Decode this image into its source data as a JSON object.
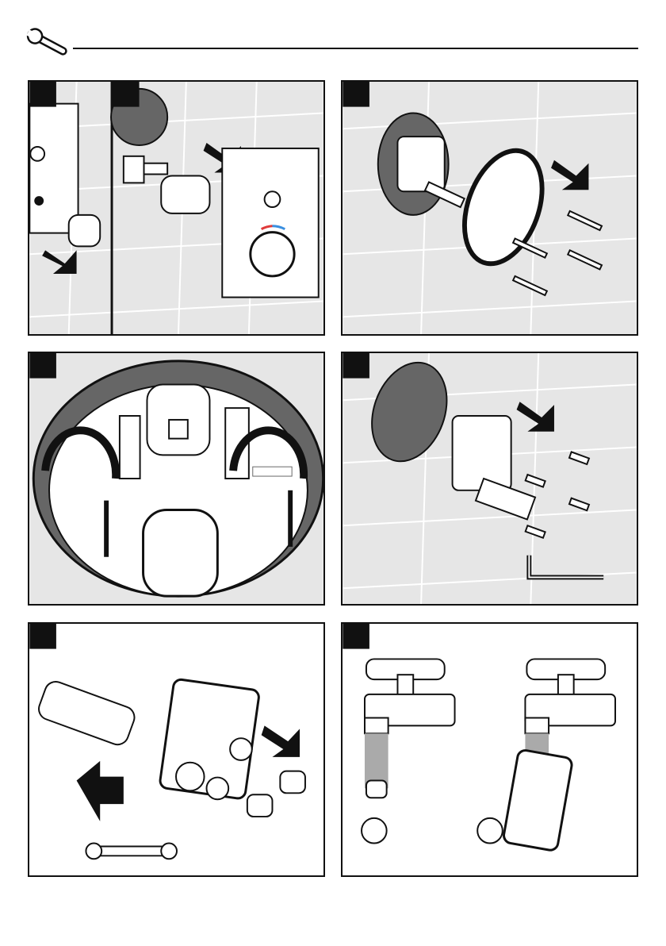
{
  "page": {
    "icons": [
      "wrench-icon",
      "spanner-icon",
      "allen-key-icon",
      "arrow-out-icon",
      "arrow-in-icon",
      "rotate-icon"
    ],
    "colors": {
      "ink": "#111111",
      "tile": "#e6e6e6",
      "tile_line": "#ffffff",
      "accent_red": "#e03a3a",
      "accent_blue": "#3a8fe0"
    }
  },
  "panels": [
    {
      "id": "remove-trim",
      "steps": 2
    },
    {
      "id": "remove-escutcheon",
      "steps": 1
    },
    {
      "id": "unscrew-cartridges",
      "steps": 1
    },
    {
      "id": "remove-housing",
      "steps": 1
    },
    {
      "id": "replace-cartridge",
      "steps": 1
    },
    {
      "id": "flush-parts",
      "steps": 1
    }
  ]
}
